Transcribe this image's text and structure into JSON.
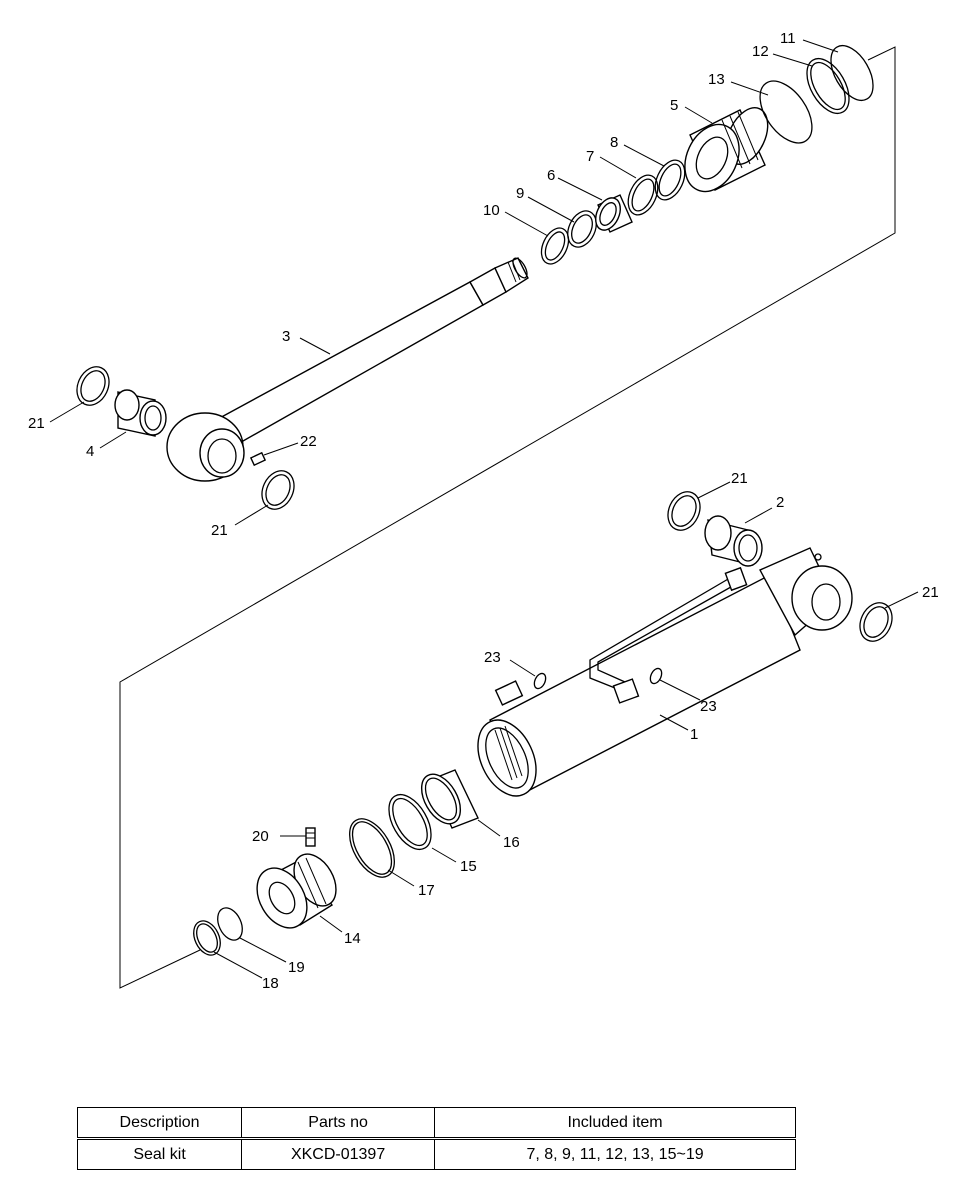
{
  "labels": {
    "l1": "1",
    "l2": "2",
    "l3": "3",
    "l4": "4",
    "l5": "5",
    "l6": "6",
    "l7": "7",
    "l8": "8",
    "l9": "9",
    "l10": "10",
    "l11": "11",
    "l12": "12",
    "l13": "13",
    "l14": "14",
    "l15": "15",
    "l16": "16",
    "l17": "17",
    "l18": "18",
    "l19": "19",
    "l20": "20",
    "l21a": "21",
    "l21b": "21",
    "l21c": "21",
    "l21d": "21",
    "l22": "22",
    "l23a": "23",
    "l23b": "23"
  },
  "table": {
    "headers": [
      "Description",
      "Parts no",
      "Included item"
    ],
    "rows": [
      [
        "Seal kit",
        "XKCD-01397",
        "7, 8, 9, 11, 12, 13, 15~19"
      ]
    ]
  }
}
